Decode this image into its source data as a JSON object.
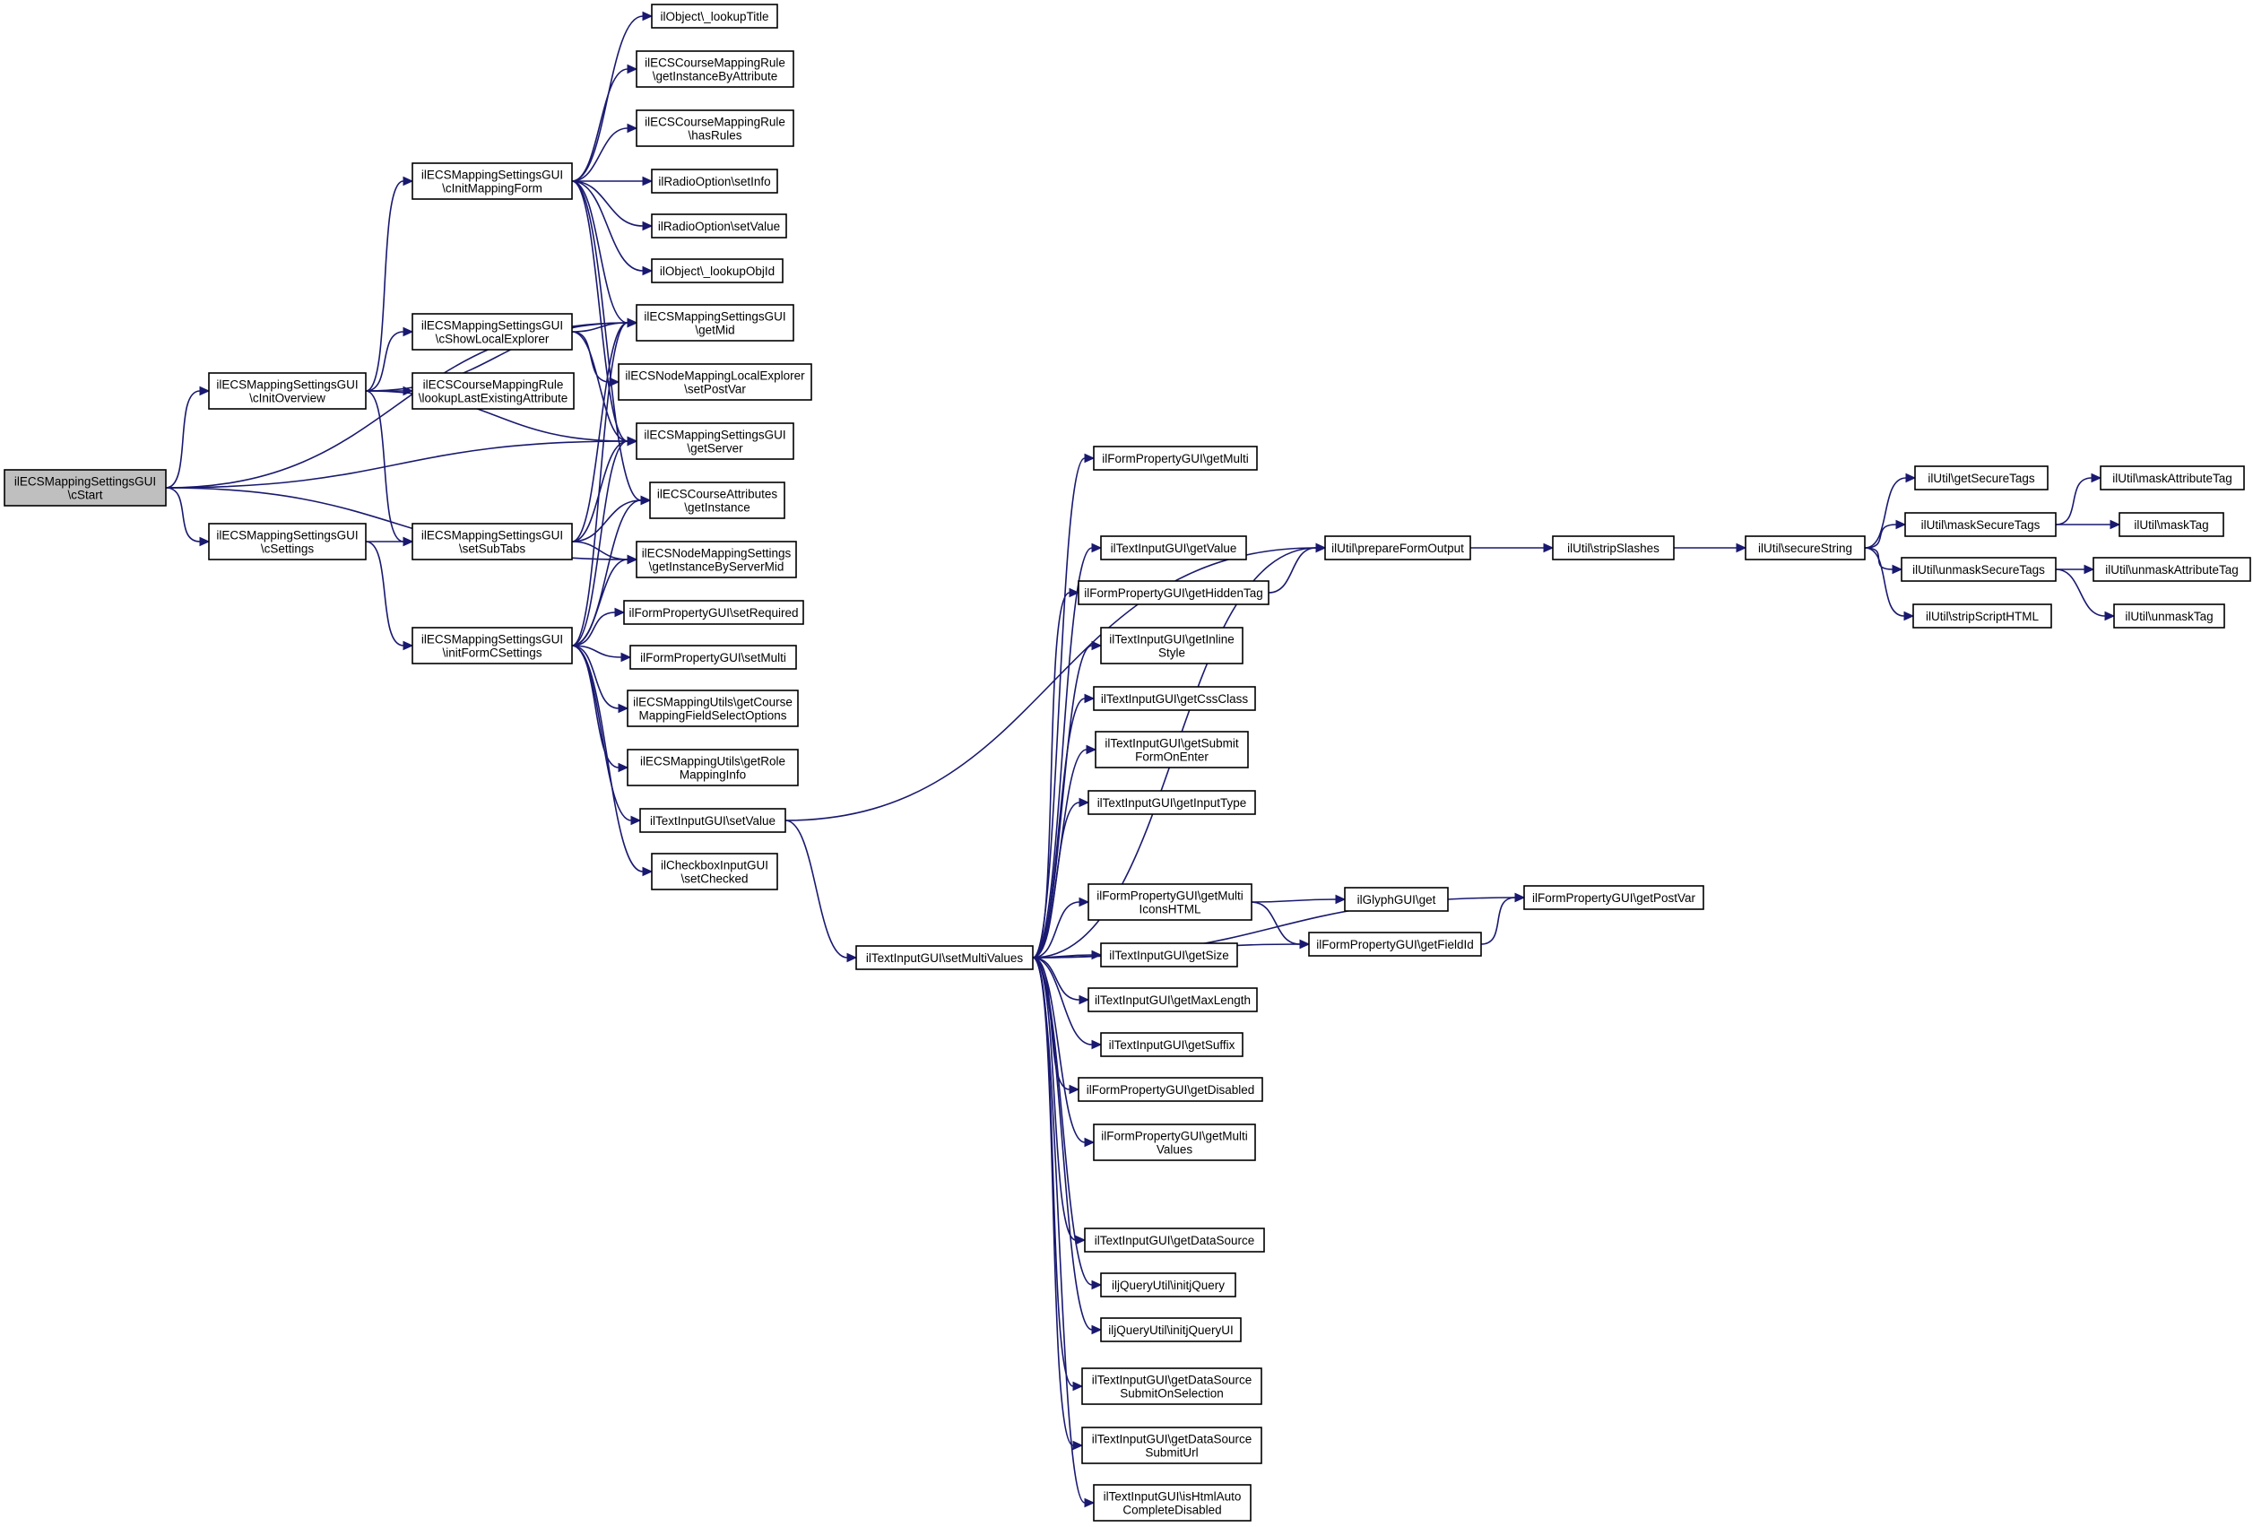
{
  "graph": {
    "nodes": [
      {
        "id": "start",
        "lines": [
          "ilECSMappingSettingsGUI",
          "\\cStart"
        ],
        "root": true
      },
      {
        "id": "initOverview",
        "lines": [
          "ilECSMappingSettingsGUI",
          "\\cInitOverview"
        ]
      },
      {
        "id": "cSettings",
        "lines": [
          "ilECSMappingSettingsGUI",
          "\\cSettings"
        ]
      },
      {
        "id": "initMappingForm",
        "lines": [
          "ilECSMappingSettingsGUI",
          "\\cInitMappingForm"
        ]
      },
      {
        "id": "showLocalExplorer",
        "lines": [
          "ilECSMappingSettingsGUI",
          "\\cShowLocalExplorer"
        ]
      },
      {
        "id": "lookupLastExisting",
        "lines": [
          "ilECSCourseMappingRule",
          "\\lookupLastExistingAttribute"
        ]
      },
      {
        "id": "setSubTabs",
        "lines": [
          "ilECSMappingSettingsGUI",
          "\\setSubTabs"
        ]
      },
      {
        "id": "initFormCSettings",
        "lines": [
          "ilECSMappingSettingsGUI",
          "\\initFormCSettings"
        ]
      },
      {
        "id": "lookupTitle",
        "lines": [
          "ilObject\\_lookupTitle"
        ]
      },
      {
        "id": "getInstanceByAttribute",
        "lines": [
          "ilECSCourseMappingRule",
          "\\getInstanceByAttribute"
        ]
      },
      {
        "id": "hasRules",
        "lines": [
          "ilECSCourseMappingRule",
          "\\hasRules"
        ]
      },
      {
        "id": "radioSetInfo",
        "lines": [
          "ilRadioOption\\setInfo"
        ]
      },
      {
        "id": "radioSetValue",
        "lines": [
          "ilRadioOption\\setValue"
        ]
      },
      {
        "id": "lookupObjId",
        "lines": [
          "ilObject\\_lookupObjId"
        ]
      },
      {
        "id": "getMid",
        "lines": [
          "ilECSMappingSettingsGUI",
          "\\getMid"
        ]
      },
      {
        "id": "setPostVar",
        "lines": [
          "ilECSNodeMappingLocalExplorer",
          "\\setPostVar"
        ]
      },
      {
        "id": "getServer",
        "lines": [
          "ilECSMappingSettingsGUI",
          "\\getServer"
        ]
      },
      {
        "id": "courseAttrGetInstance",
        "lines": [
          "ilECSCourseAttributes",
          "\\getInstance"
        ]
      },
      {
        "id": "getInstanceByServerMid",
        "lines": [
          "ilECSNodeMappingSettings",
          "\\getInstanceByServerMid"
        ]
      },
      {
        "id": "setRequired",
        "lines": [
          "ilFormPropertyGUI\\setRequired"
        ]
      },
      {
        "id": "setMulti",
        "lines": [
          "ilFormPropertyGUI\\setMulti"
        ]
      },
      {
        "id": "getCourseMappingFieldSelectOptions",
        "lines": [
          "ilECSMappingUtils\\getCourse",
          "MappingFieldSelectOptions"
        ]
      },
      {
        "id": "getRoleMappingInfo",
        "lines": [
          "ilECSMappingUtils\\getRole",
          "MappingInfo"
        ]
      },
      {
        "id": "textSetValue",
        "lines": [
          "ilTextInputGUI\\setValue"
        ]
      },
      {
        "id": "checkboxSetChecked",
        "lines": [
          "ilCheckboxInputGUI",
          "\\setChecked"
        ]
      },
      {
        "id": "setMultiValues",
        "lines": [
          "ilTextInputGUI\\setMultiValues"
        ]
      },
      {
        "id": "getMulti",
        "lines": [
          "ilFormPropertyGUI\\getMulti"
        ]
      },
      {
        "id": "textGetValue",
        "lines": [
          "ilTextInputGUI\\getValue"
        ]
      },
      {
        "id": "getHiddenTag",
        "lines": [
          "ilFormPropertyGUI\\getHiddenTag"
        ]
      },
      {
        "id": "getInlineStyle",
        "lines": [
          "ilTextInputGUI\\getInline",
          "Style"
        ]
      },
      {
        "id": "getCssClass",
        "lines": [
          "ilTextInputGUI\\getCssClass"
        ]
      },
      {
        "id": "getSubmitFormOnEnter",
        "lines": [
          "ilTextInputGUI\\getSubmit",
          "FormOnEnter"
        ]
      },
      {
        "id": "getInputType",
        "lines": [
          "ilTextInputGUI\\getInputType"
        ]
      },
      {
        "id": "getMultiIconsHTML",
        "lines": [
          "ilFormPropertyGUI\\getMulti",
          "IconsHTML"
        ]
      },
      {
        "id": "getSize",
        "lines": [
          "ilTextInputGUI\\getSize"
        ]
      },
      {
        "id": "getMaxLength",
        "lines": [
          "ilTextInputGUI\\getMaxLength"
        ]
      },
      {
        "id": "getSuffix",
        "lines": [
          "ilTextInputGUI\\getSuffix"
        ]
      },
      {
        "id": "getDisabled",
        "lines": [
          "ilFormPropertyGUI\\getDisabled"
        ]
      },
      {
        "id": "getMultiValues",
        "lines": [
          "ilFormPropertyGUI\\getMulti",
          "Values"
        ]
      },
      {
        "id": "getDataSource",
        "lines": [
          "ilTextInputGUI\\getDataSource"
        ]
      },
      {
        "id": "initjQuery",
        "lines": [
          "iljQueryUtil\\initjQuery"
        ]
      },
      {
        "id": "initjQueryUI",
        "lines": [
          "iljQueryUtil\\initjQueryUI"
        ]
      },
      {
        "id": "getDataSourceSubmitOnSelection",
        "lines": [
          "ilTextInputGUI\\getDataSource",
          "SubmitOnSelection"
        ]
      },
      {
        "id": "getDataSourceSubmitUrl",
        "lines": [
          "ilTextInputGUI\\getDataSource",
          "SubmitUrl"
        ]
      },
      {
        "id": "isHtmlAutoCompleteDisabled",
        "lines": [
          "ilTextInputGUI\\isHtmlAuto",
          "CompleteDisabled"
        ]
      },
      {
        "id": "prepareFormOutput",
        "lines": [
          "ilUtil\\prepareFormOutput"
        ]
      },
      {
        "id": "glyphGet",
        "lines": [
          "ilGlyphGUI\\get"
        ]
      },
      {
        "id": "getFieldId",
        "lines": [
          "ilFormPropertyGUI\\getFieldId"
        ]
      },
      {
        "id": "getPostVar",
        "lines": [
          "ilFormPropertyGUI\\getPostVar"
        ]
      },
      {
        "id": "stripSlashes",
        "lines": [
          "ilUtil\\stripSlashes"
        ]
      },
      {
        "id": "secureString",
        "lines": [
          "ilUtil\\secureString"
        ]
      },
      {
        "id": "getSecureTags",
        "lines": [
          "ilUtil\\getSecureTags"
        ]
      },
      {
        "id": "maskSecureTags",
        "lines": [
          "ilUtil\\maskSecureTags"
        ]
      },
      {
        "id": "unmaskSecureTags",
        "lines": [
          "ilUtil\\unmaskSecureTags"
        ]
      },
      {
        "id": "stripScriptHTML",
        "lines": [
          "ilUtil\\stripScriptHTML"
        ]
      },
      {
        "id": "maskAttributeTag",
        "lines": [
          "ilUtil\\maskAttributeTag"
        ]
      },
      {
        "id": "maskTag",
        "lines": [
          "ilUtil\\maskTag"
        ]
      },
      {
        "id": "unmaskAttributeTag",
        "lines": [
          "ilUtil\\unmaskAttributeTag"
        ]
      },
      {
        "id": "unmaskTag",
        "lines": [
          "ilUtil\\unmaskTag"
        ]
      }
    ],
    "edges": [
      [
        "start",
        "initOverview"
      ],
      [
        "start",
        "cSettings"
      ],
      [
        "start",
        "getMid"
      ],
      [
        "start",
        "getServer"
      ],
      [
        "start",
        "getInstanceByServerMid"
      ],
      [
        "initOverview",
        "initMappingForm"
      ],
      [
        "initOverview",
        "showLocalExplorer"
      ],
      [
        "initOverview",
        "lookupLastExisting"
      ],
      [
        "initOverview",
        "setSubTabs"
      ],
      [
        "initOverview",
        "getMid"
      ],
      [
        "initOverview",
        "getServer"
      ],
      [
        "cSettings",
        "setSubTabs"
      ],
      [
        "cSettings",
        "initFormCSettings"
      ],
      [
        "initMappingForm",
        "lookupTitle"
      ],
      [
        "initMappingForm",
        "getInstanceByAttribute"
      ],
      [
        "initMappingForm",
        "hasRules"
      ],
      [
        "initMappingForm",
        "radioSetInfo"
      ],
      [
        "initMappingForm",
        "radioSetValue"
      ],
      [
        "initMappingForm",
        "lookupObjId"
      ],
      [
        "initMappingForm",
        "getMid"
      ],
      [
        "initMappingForm",
        "getServer"
      ],
      [
        "initMappingForm",
        "courseAttrGetInstance"
      ],
      [
        "showLocalExplorer",
        "getMid"
      ],
      [
        "showLocalExplorer",
        "setPostVar"
      ],
      [
        "showLocalExplorer",
        "getServer"
      ],
      [
        "setSubTabs",
        "getMid"
      ],
      [
        "setSubTabs",
        "getServer"
      ],
      [
        "setSubTabs",
        "courseAttrGetInstance"
      ],
      [
        "setSubTabs",
        "getInstanceByServerMid"
      ],
      [
        "initFormCSettings",
        "getMid"
      ],
      [
        "initFormCSettings",
        "getServer"
      ],
      [
        "initFormCSettings",
        "courseAttrGetInstance"
      ],
      [
        "initFormCSettings",
        "getInstanceByServerMid"
      ],
      [
        "initFormCSettings",
        "setRequired"
      ],
      [
        "initFormCSettings",
        "setMulti"
      ],
      [
        "initFormCSettings",
        "getCourseMappingFieldSelectOptions"
      ],
      [
        "initFormCSettings",
        "getRoleMappingInfo"
      ],
      [
        "initFormCSettings",
        "textSetValue"
      ],
      [
        "initFormCSettings",
        "checkboxSetChecked"
      ],
      [
        "textSetValue",
        "prepareFormOutput"
      ],
      [
        "textSetValue",
        "setMultiValues"
      ],
      [
        "setMultiValues",
        "getMulti"
      ],
      [
        "setMultiValues",
        "prepareFormOutput"
      ],
      [
        "setMultiValues",
        "textGetValue"
      ],
      [
        "setMultiValues",
        "getHiddenTag"
      ],
      [
        "setMultiValues",
        "getInlineStyle"
      ],
      [
        "setMultiValues",
        "getCssClass"
      ],
      [
        "setMultiValues",
        "getSubmitFormOnEnter"
      ],
      [
        "setMultiValues",
        "getInputType"
      ],
      [
        "setMultiValues",
        "getPostVar"
      ],
      [
        "setMultiValues",
        "getMultiIconsHTML"
      ],
      [
        "setMultiValues",
        "getSize"
      ],
      [
        "setMultiValues",
        "getMaxLength"
      ],
      [
        "setMultiValues",
        "getSuffix"
      ],
      [
        "setMultiValues",
        "getDisabled"
      ],
      [
        "setMultiValues",
        "getMultiValues"
      ],
      [
        "setMultiValues",
        "getFieldId"
      ],
      [
        "setMultiValues",
        "getDataSource"
      ],
      [
        "setMultiValues",
        "initjQuery"
      ],
      [
        "setMultiValues",
        "initjQueryUI"
      ],
      [
        "setMultiValues",
        "getDataSourceSubmitOnSelection"
      ],
      [
        "setMultiValues",
        "getDataSourceSubmitUrl"
      ],
      [
        "setMultiValues",
        "isHtmlAutoCompleteDisabled"
      ],
      [
        "getHiddenTag",
        "prepareFormOutput"
      ],
      [
        "getMultiIconsHTML",
        "glyphGet"
      ],
      [
        "getMultiIconsHTML",
        "getFieldId"
      ],
      [
        "getFieldId",
        "getPostVar"
      ],
      [
        "prepareFormOutput",
        "stripSlashes"
      ],
      [
        "stripSlashes",
        "secureString"
      ],
      [
        "secureString",
        "getSecureTags"
      ],
      [
        "secureString",
        "maskSecureTags"
      ],
      [
        "secureString",
        "unmaskSecureTags"
      ],
      [
        "secureString",
        "stripScriptHTML"
      ],
      [
        "maskSecureTags",
        "maskAttributeTag"
      ],
      [
        "maskSecureTags",
        "maskTag"
      ],
      [
        "unmaskSecureTags",
        "unmaskAttributeTag"
      ],
      [
        "unmaskSecureTags",
        "unmaskTag"
      ]
    ]
  }
}
